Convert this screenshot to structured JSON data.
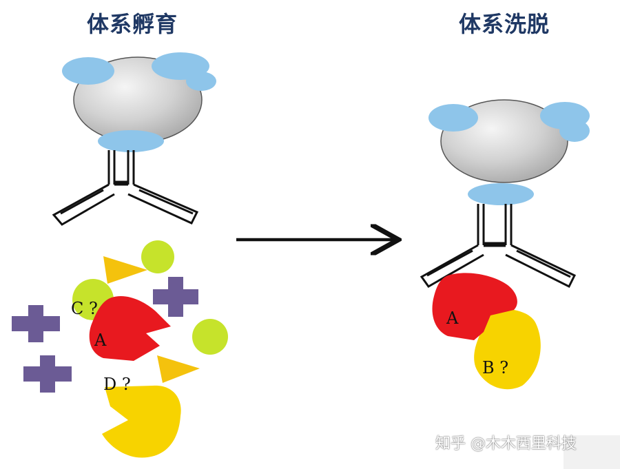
{
  "titles": {
    "incubation": "体系孵育",
    "elution": "体系洗脱"
  },
  "labels": {
    "a_left": "A",
    "c": "C ?",
    "d": "D ?",
    "a_right": "A",
    "b": "B ?"
  },
  "watermark": "知乎 @木木西里科技",
  "colors": {
    "title": "#1f3864",
    "bead": "#c8c8c8",
    "protein_g": "#8ec5ea",
    "target_a": "#e8191f",
    "protein_b_d": "#f7d300",
    "protein_c": "#c6e32b",
    "cross_protein": "#6b5b95",
    "triangle_protein": "#f4c20d",
    "antibody_line": "#111111"
  }
}
